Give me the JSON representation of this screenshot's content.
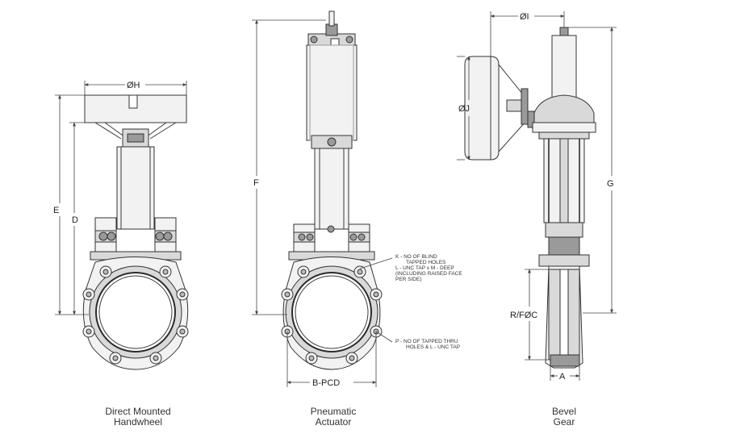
{
  "views": [
    {
      "caption_line1": "Direct Mounted",
      "caption_line2": "Handwheel",
      "dims": {
        "handwheel_dia": "ØH",
        "overall_height": "E",
        "stem_height": "D"
      }
    },
    {
      "caption_line1": "Pneumatic",
      "caption_line2": "Actuator",
      "dims": {
        "overall_height": "F",
        "bolt_pcd": "B-PCD"
      },
      "notes": {
        "blind_holes": [
          "K - NO OF BLIND",
          "TAPPED HOLES",
          "L - UNC TAP x M - DEEP",
          "(INCLUDING RAISED FACE",
          "PER SIDE)"
        ],
        "thru_holes": [
          "P - NO OF TAPPED THRU",
          "HOLES & L - UNC TAP"
        ]
      }
    },
    {
      "caption_line1": "Bevel",
      "caption_line2": "Gear",
      "dims": {
        "gear_offset": "ØI",
        "wheel_dia": "ØJ",
        "overall_height": "G",
        "flange": "R/FØC",
        "face_width": "A"
      }
    }
  ]
}
